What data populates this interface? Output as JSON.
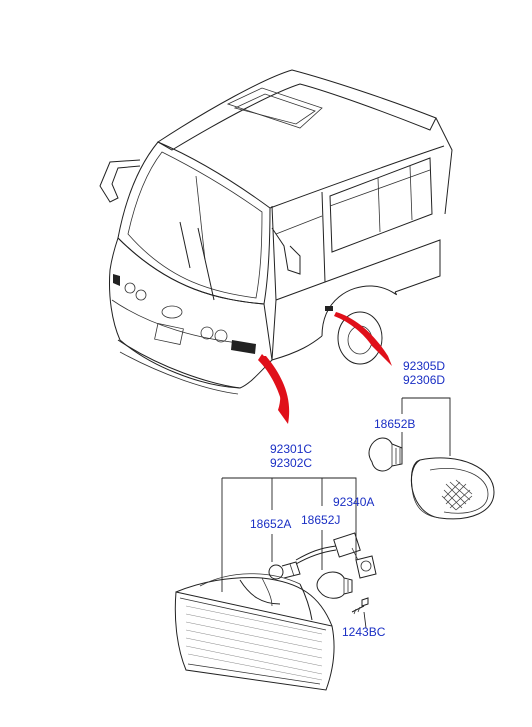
{
  "part_labels": {
    "side_lamp_1": "92305D",
    "side_lamp_2": "92306D",
    "bulb_side": "18652B",
    "front_lamp_1": "92301C",
    "front_lamp_2": "92302C",
    "socket": "92340A",
    "bulb_a": "18652A",
    "bulb_j": "18652J",
    "screw": "1243BC"
  },
  "colors": {
    "label": "#1a2fc4",
    "callout_arrow": "#e0101a",
    "line": "#222222"
  },
  "icons": [
    "bus-illustration",
    "front-combination-lamp",
    "side-marker-lamp",
    "bulb",
    "socket-with-wire",
    "screw"
  ]
}
